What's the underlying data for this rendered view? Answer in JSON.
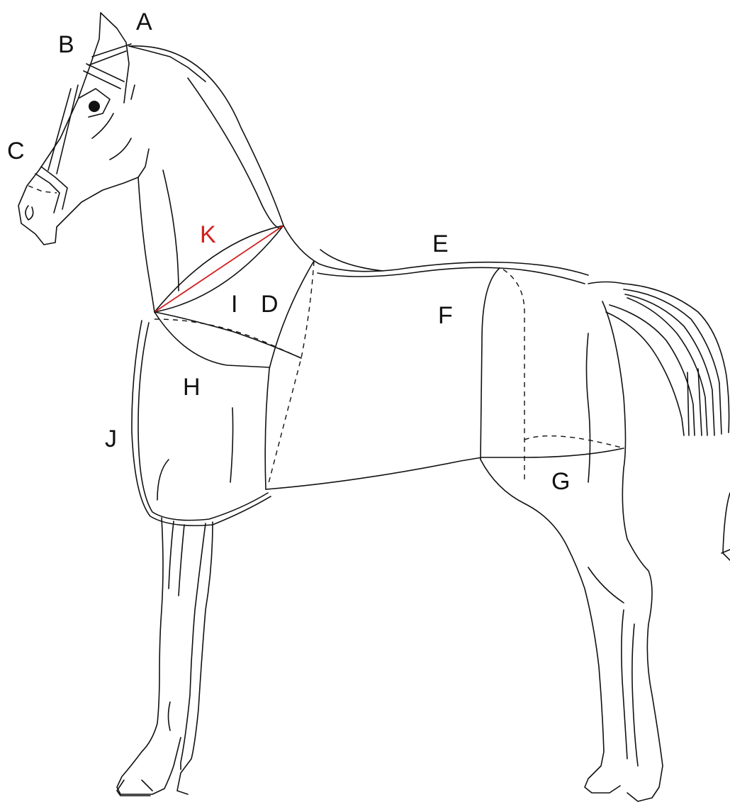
{
  "labels": {
    "a": "A",
    "b": "B",
    "c": "C",
    "d": "D",
    "e": "E",
    "f": "F",
    "g": "G",
    "h": "H",
    "i": "I",
    "j": "J",
    "k": "K"
  },
  "colors": {
    "line": "#111111",
    "highlight": "#d21f1f",
    "background": "#ffffff"
  }
}
